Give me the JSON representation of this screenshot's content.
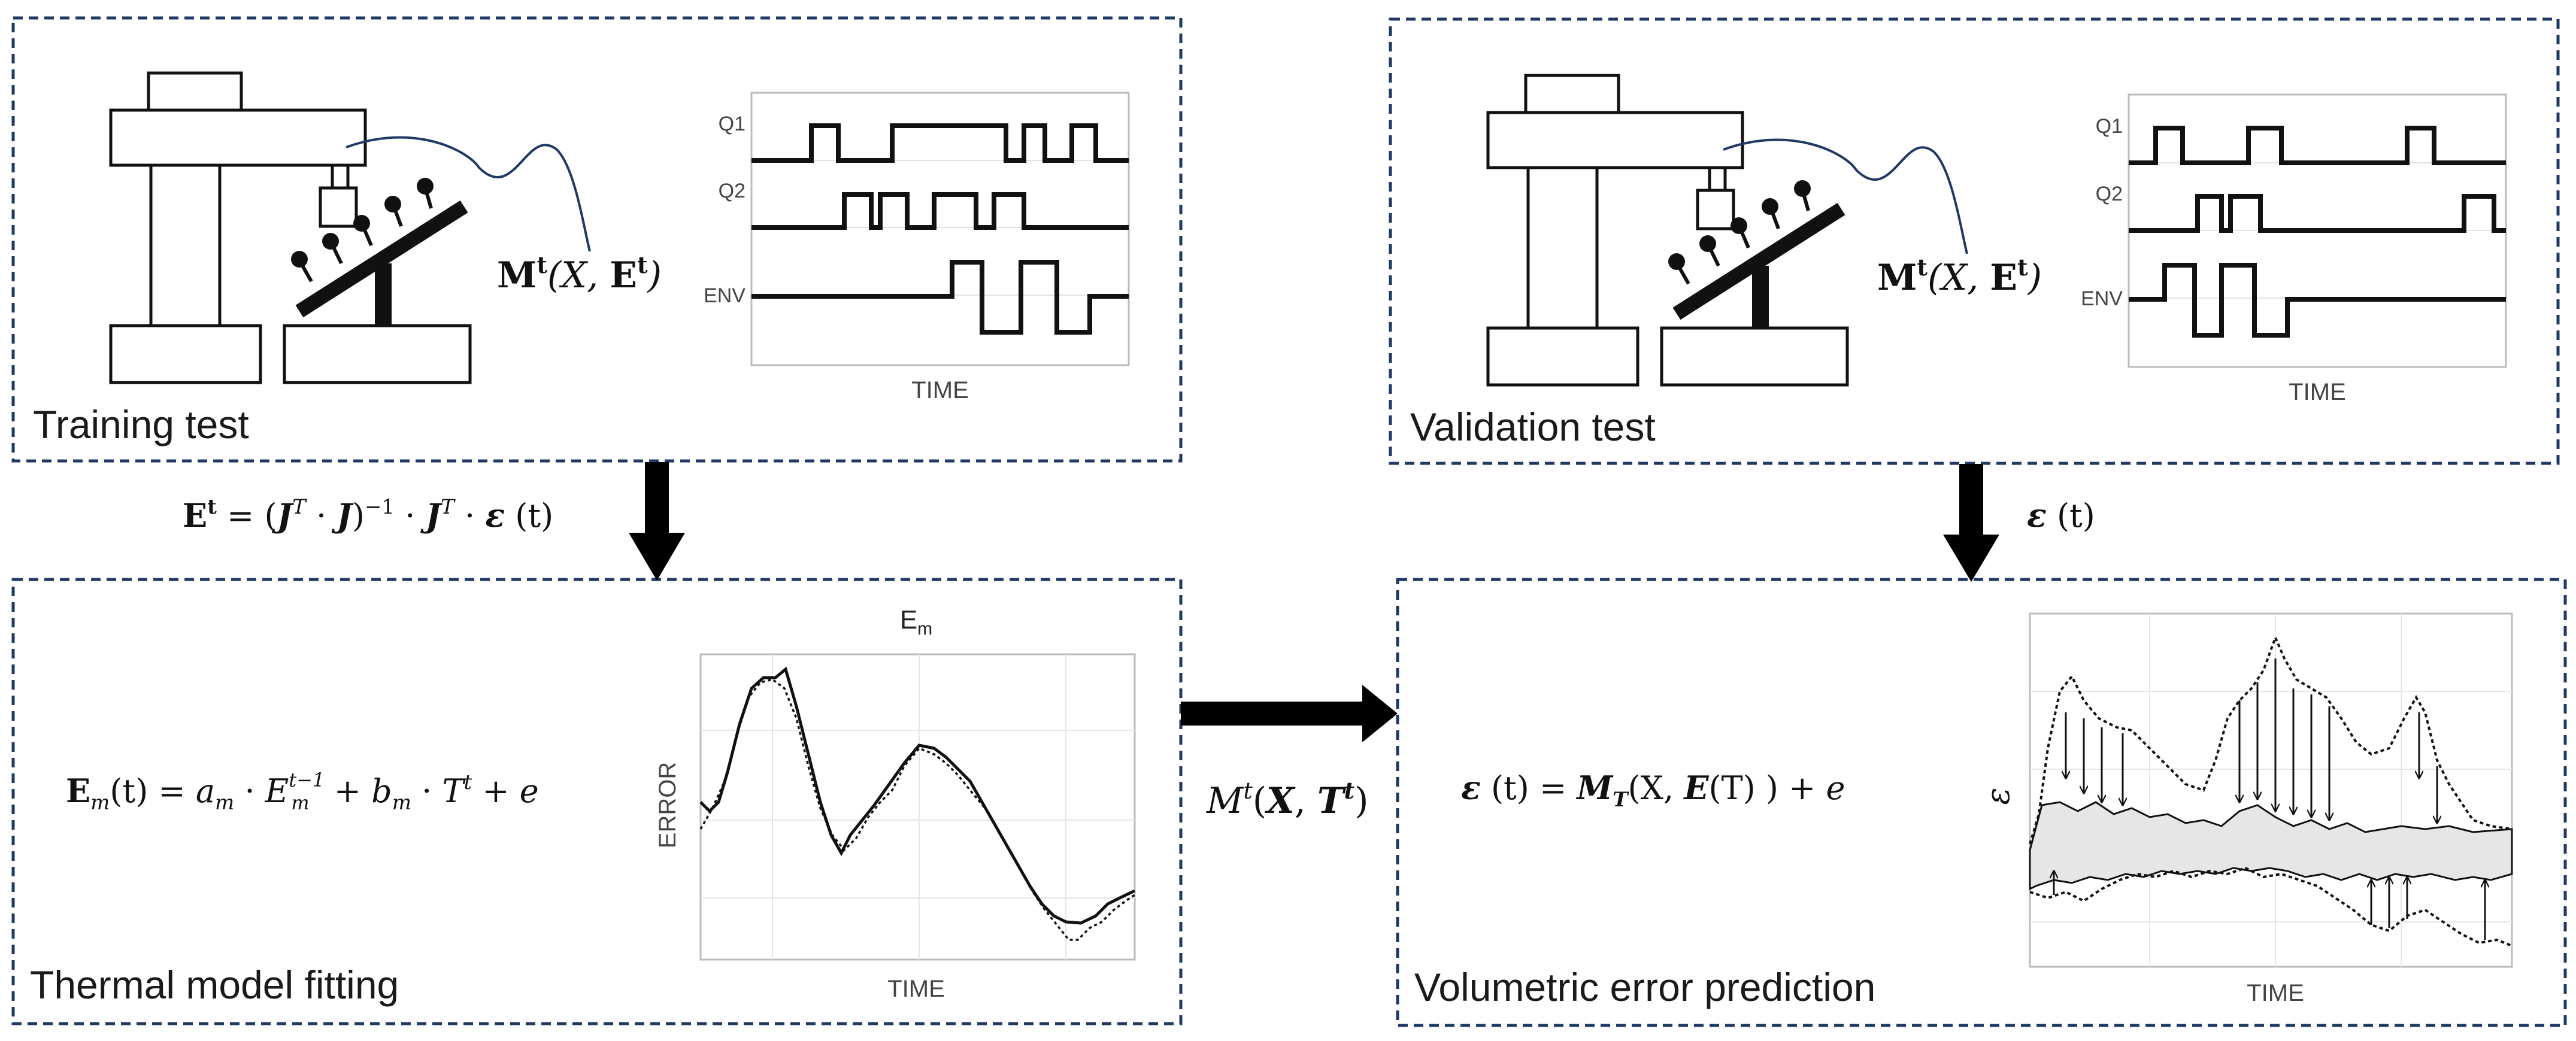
{
  "panels": {
    "training": {
      "title": "Training test"
    },
    "validation": {
      "title": "Validation test"
    },
    "fitting": {
      "title": "Thermal model fitting"
    },
    "prediction": {
      "title": "Volumetric error prediction"
    }
  },
  "model_label": "M^t(X, E^t)",
  "signal_plot": {
    "rows": [
      "Q1",
      "Q2",
      "ENV"
    ],
    "xlabel": "TIME"
  },
  "equations": {
    "identification": "E^t = (J^T · J)^−1 · J^T · ε (t)",
    "epsilon": "ε (t)",
    "thermal_model": "E_m(t) = a_m · E_m^(t−1) + b_m · T^t + e",
    "forward_model": "M^t(X, T^t)",
    "prediction": "ε (t) = M_T(X, E(T) ) + e"
  },
  "fit_plot": {
    "title": "E_m",
    "ylabel": "ERROR",
    "xlabel": "TIME"
  },
  "pred_plot": {
    "ylabel": "ε",
    "xlabel": "TIME"
  },
  "colors": {
    "dash_border": "#1f3864",
    "cable": "#1f3864",
    "band": "#e6e6e6"
  }
}
